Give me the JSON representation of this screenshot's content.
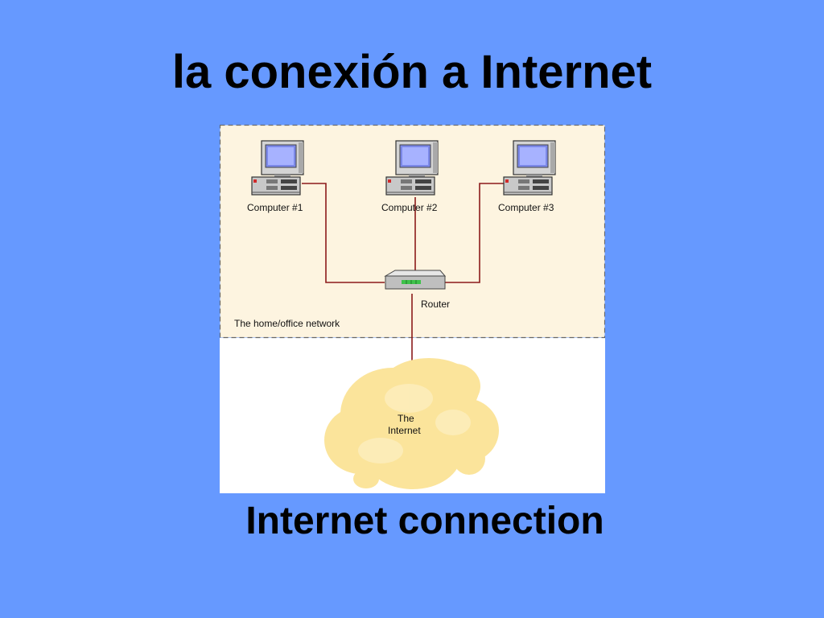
{
  "slide": {
    "title": "la conexión a Internet",
    "subtitle": "Internet connection"
  },
  "diagram": {
    "nodes": {
      "computer_1": {
        "label": "Computer #1",
        "icon": "desktop-computer-icon"
      },
      "computer_2": {
        "label": "Computer #2",
        "icon": "desktop-computer-icon"
      },
      "computer_3": {
        "label": "Computer #3",
        "icon": "desktop-computer-icon"
      },
      "router": {
        "label": "Router",
        "icon": "router-icon"
      },
      "internet": {
        "label_line1": "The",
        "label_line2": "Internet",
        "icon": "cloud-icon"
      }
    },
    "zone_label": "The home/office network",
    "colors": {
      "background": "#6699ff",
      "network_zone": "#fdf4e0",
      "lower_zone": "#ffffff",
      "link": "#8b1a1a",
      "cloud": "#fbe49b"
    }
  }
}
